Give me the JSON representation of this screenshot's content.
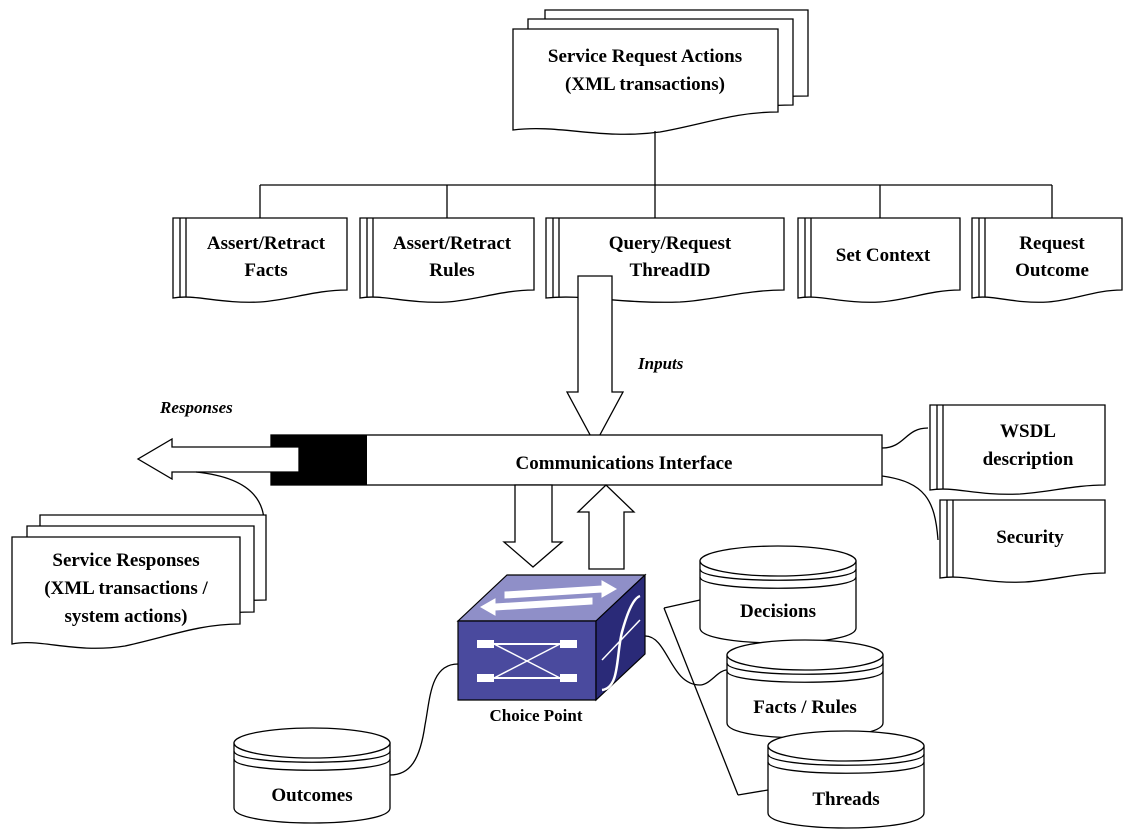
{
  "title": {
    "line1": "Service Request Actions",
    "line2": "(XML transactions)"
  },
  "actions": [
    {
      "line1": "Assert/Retract",
      "line2": "Facts"
    },
    {
      "line1": "Assert/Retract",
      "line2": "Rules"
    },
    {
      "line1": "Query/Request",
      "line2": "ThreadID"
    },
    {
      "line1": "Set Context",
      "line2": ""
    },
    {
      "line1": "Request",
      "line2": "Outcome"
    }
  ],
  "flow_labels": {
    "inputs": "Inputs",
    "responses": "Responses"
  },
  "interface": {
    "label": "Communications Interface"
  },
  "interface_docs": [
    {
      "line1": "WSDL",
      "line2": "description"
    },
    {
      "line1": "Security",
      "line2": ""
    }
  ],
  "responses_doc": {
    "line1": "Service Responses",
    "line2": "(XML transactions /",
    "line3": "system actions)"
  },
  "choice_point": {
    "label": "Choice Point"
  },
  "stores": [
    {
      "label": "Decisions"
    },
    {
      "label": "Facts / Rules"
    },
    {
      "label": "Threads"
    },
    {
      "label": "Outcomes"
    }
  ],
  "colors": {
    "switch_front": "#4a4a9e",
    "switch_top": "#8f8fc8",
    "switch_side": "#2a2a78",
    "interface_block": "#000000"
  }
}
